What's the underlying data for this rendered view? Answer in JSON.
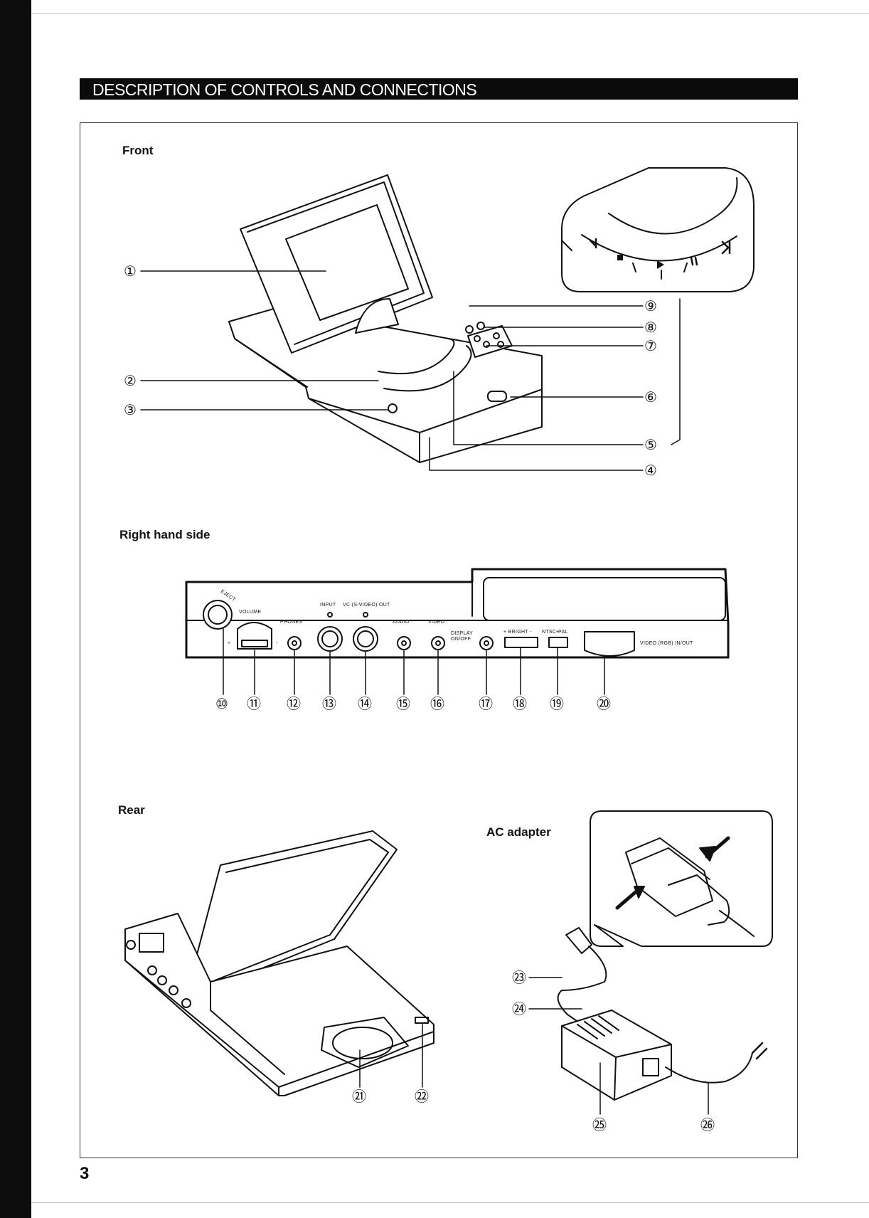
{
  "page": {
    "title": "DESCRIPTION OF CONTROLS AND CONNECTIONS",
    "page_number": "3"
  },
  "sections": {
    "front": "Front",
    "right_side": "Right hand side",
    "rear": "Rear",
    "ac_adapter": "AC adapter"
  },
  "callouts": {
    "c1": "①",
    "c2": "②",
    "c3": "③",
    "c4": "④",
    "c5": "⑤",
    "c6": "⑥",
    "c7": "⑦",
    "c8": "⑧",
    "c9": "⑨",
    "c10": "⑩",
    "c11": "⑪",
    "c12": "⑫",
    "c13": "⑬",
    "c14": "⑭",
    "c15": "⑮",
    "c16": "⑯",
    "c17": "⑰",
    "c18": "⑱",
    "c19": "⑲",
    "c20": "⑳",
    "c21": "㉑",
    "c22": "㉒",
    "c23": "㉓",
    "c24": "㉔",
    "c25": "㉕",
    "c26": "㉖"
  },
  "panel_labels": {
    "eject": "EJECT",
    "volume": "VOLUME",
    "vol_plus": "+",
    "vol_minus": "-",
    "phones": "PHONES",
    "input": "INPUT",
    "vc_out": "VC (S-VIDEO) OUT",
    "audio": "AUDIO",
    "video": "VIDEO",
    "display": "DISPLAY",
    "display_onoff": "ON/OFF",
    "bright": "+ BRIGHT -",
    "ntsc_pal": "NTSC•PAL",
    "video_rgb": "VIDEO (RGB) IN/OUT"
  }
}
